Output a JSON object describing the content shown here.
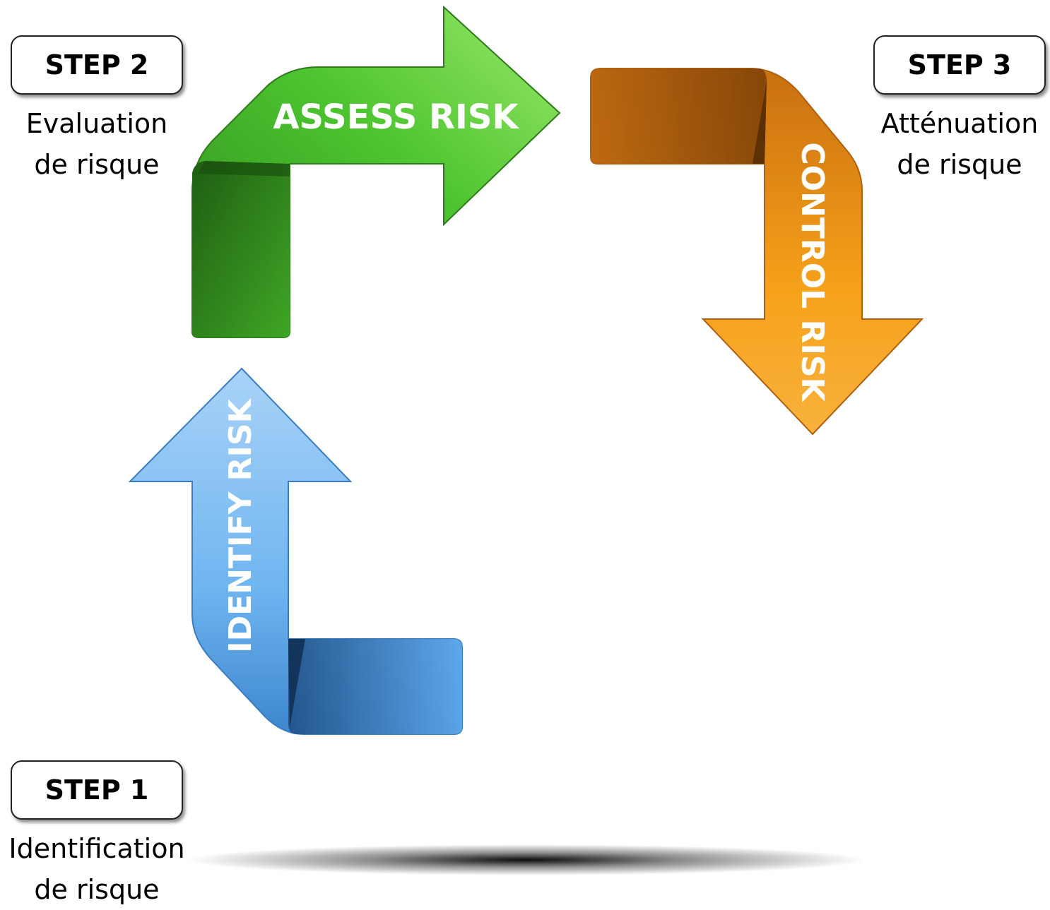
{
  "arrows": {
    "identify": "IDENTIFY RISK",
    "assess": "ASSESS RISK",
    "control": "CONTROL RISK"
  },
  "steps": [
    {
      "label": "STEP 1",
      "desc_line1": "Identification",
      "desc_line2": "de risque"
    },
    {
      "label": "STEP 2",
      "desc_line1": "Evaluation",
      "desc_line2": "de risque"
    },
    {
      "label": "STEP 3",
      "desc_line1": "Atténuation",
      "desc_line2": "de risque"
    }
  ],
  "colors": {
    "blue": "#6fb5f0",
    "green": "#4cc42f",
    "orange": "#f2a020"
  }
}
